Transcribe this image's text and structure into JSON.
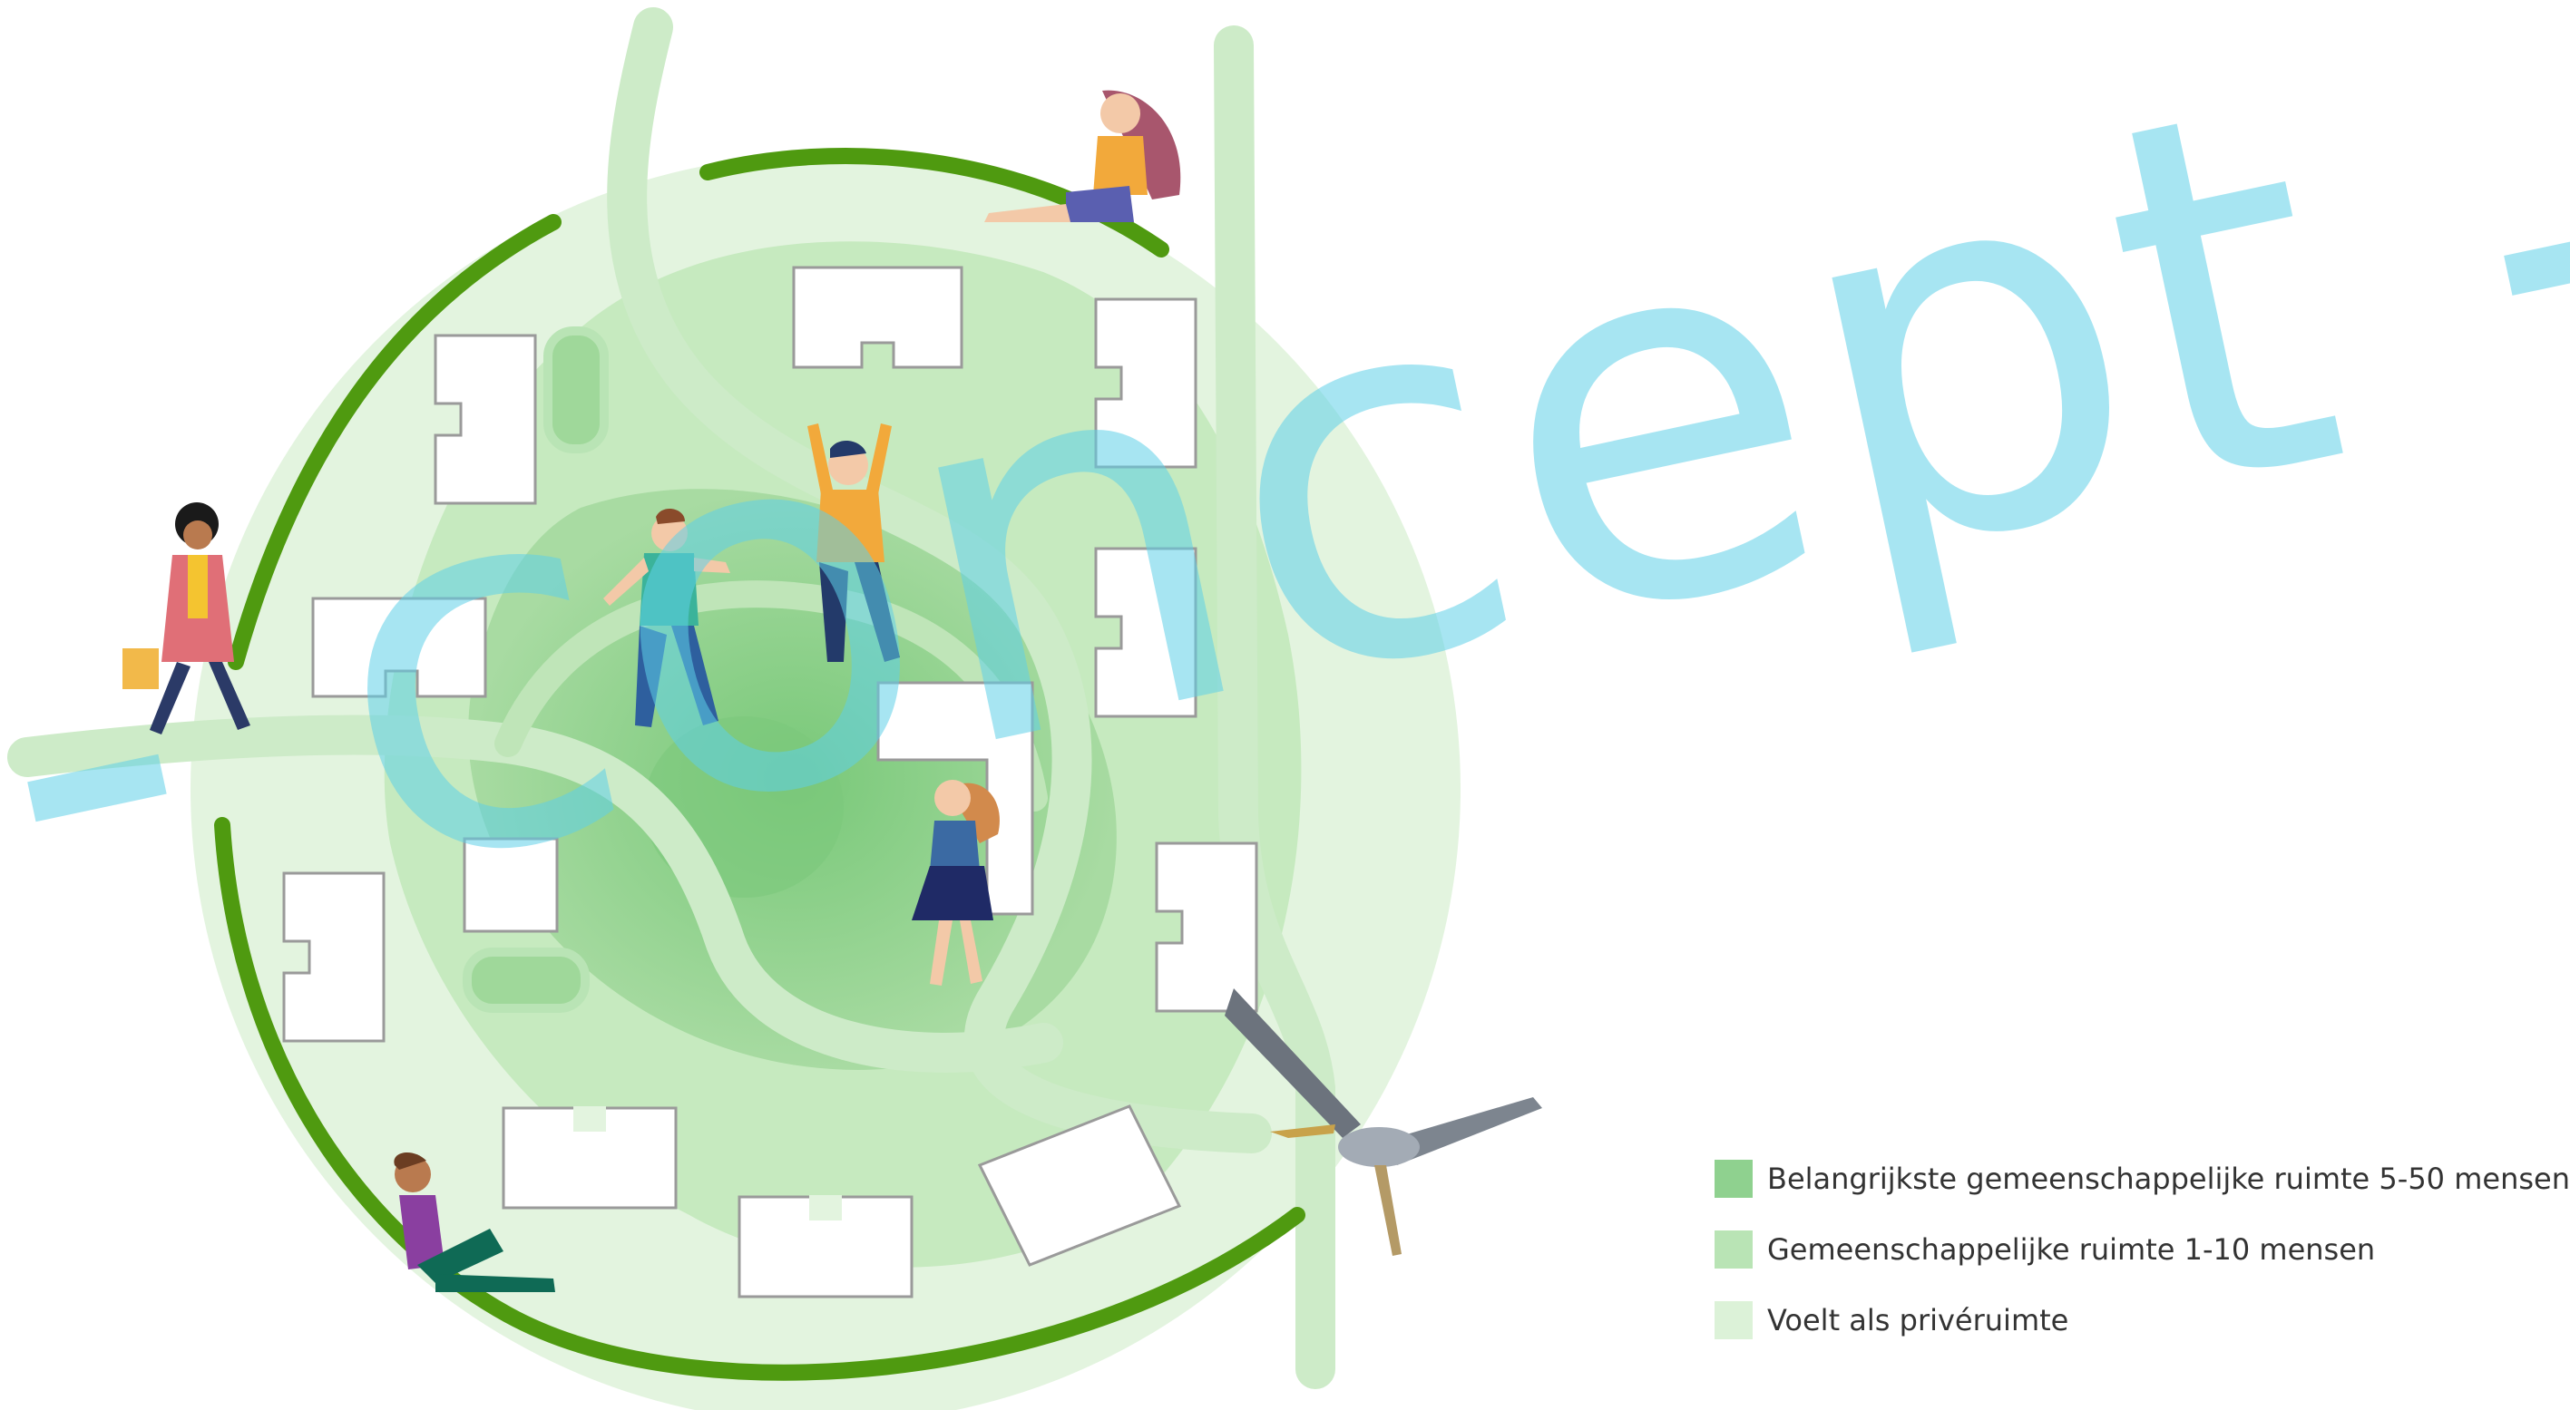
{
  "diagram": {
    "legend": [
      {
        "label": "Belangrijkste gemeenschappelijke ruimte 5-50 mensen",
        "color": "#8fd18f"
      },
      {
        "label": "Gemeenschappelijke ruimte 1-10 mensen",
        "color": "#b9e4b5"
      },
      {
        "label": "Voelt als privéruimte",
        "color": "#dcf2d8"
      }
    ],
    "watermark": "- concept -",
    "colors": {
      "hedge": "#4f9a10",
      "watermark": "#5fd0e8",
      "private": "#e3f4df",
      "shared": "#c6eabf",
      "core": "#9fd99a",
      "path": "#cdebc8",
      "building": "#ffffff"
    },
    "icons": [
      "walking-woman-shopping-icon",
      "sitting-woman-icon",
      "waving-boy-icon",
      "cheering-man-icon",
      "dancing-girl-icon",
      "resting-woman-icon",
      "flying-heron-icon"
    ]
  }
}
